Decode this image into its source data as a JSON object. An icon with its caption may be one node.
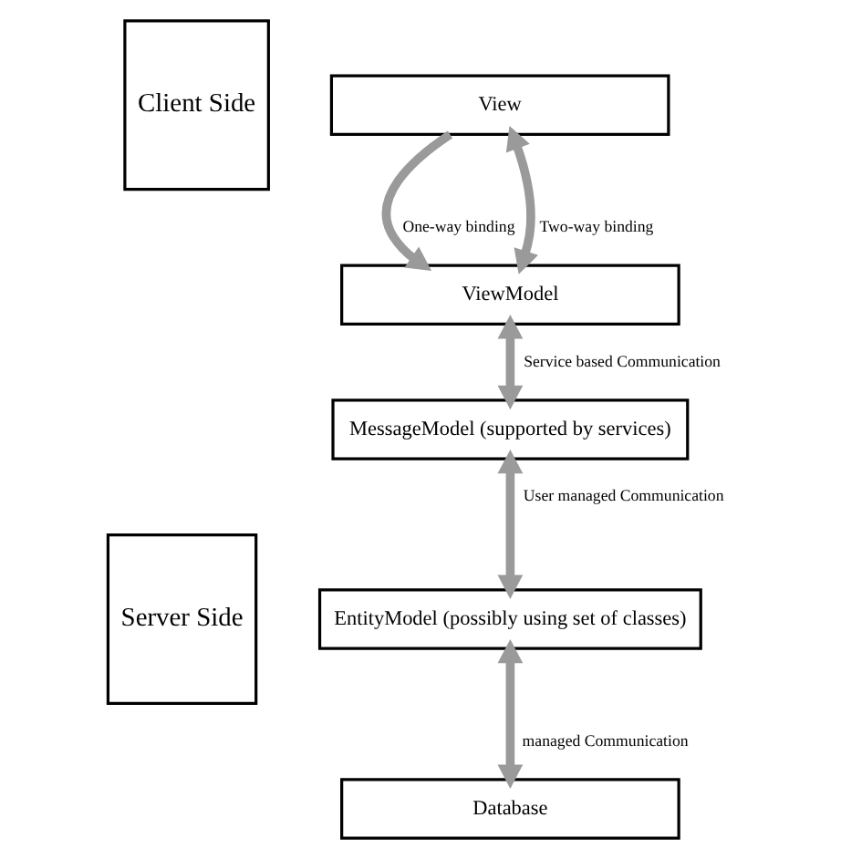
{
  "diagram": {
    "nodes": [
      {
        "text": [
          "Client Side"
        ]
      },
      {
        "text": [
          "View"
        ]
      },
      {
        "text": [
          "ViewModel"
        ]
      },
      {
        "text": [
          "Server Side"
        ]
      },
      {
        "text": [
          "MessageModel (supported by services)"
        ]
      },
      {
        "text": [
          "EntityModel (possibly using set of classes)"
        ]
      },
      {
        "text": [
          "Database"
        ]
      }
    ],
    "edges": [
      {
        "from": 1,
        "to": 2,
        "arrow": "to",
        "label": "One-way binding"
      },
      {
        "from": 1,
        "to": 2,
        "arrow": "both",
        "label": "Two-way binding"
      },
      {
        "from": 2,
        "to": 4,
        "arrow": "both",
        "label": "Service based Communication"
      },
      {
        "from": 4,
        "to": 5,
        "arrow": "both",
        "label": "User managed Communication"
      },
      {
        "from": 5,
        "to": 6,
        "arrow": "both",
        "label": "managed Communication"
      }
    ]
  }
}
